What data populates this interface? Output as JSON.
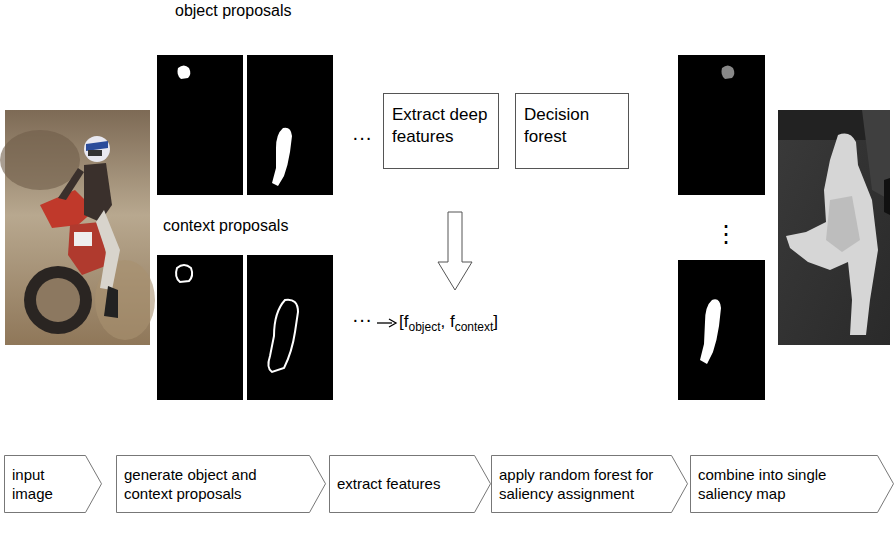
{
  "diagram": {
    "nodes": [
      {
        "text": [
          "Extract deep features"
        ]
      },
      {
        "text": [
          "Decision forest"
        ]
      },
      {
        "text": [
          "input image"
        ]
      },
      {
        "text": [
          "generate object and context proposals"
        ]
      },
      {
        "text": [
          "extract features"
        ]
      },
      {
        "text": [
          "apply random forest for saliency assignment"
        ]
      },
      {
        "text": [
          "combine into single saliency map"
        ]
      }
    ],
    "labels": [
      "object proposals",
      "···",
      "context proposals",
      "···",
      "[f",
      "object",
      ", f",
      "context",
      "]",
      "⋮"
    ]
  }
}
